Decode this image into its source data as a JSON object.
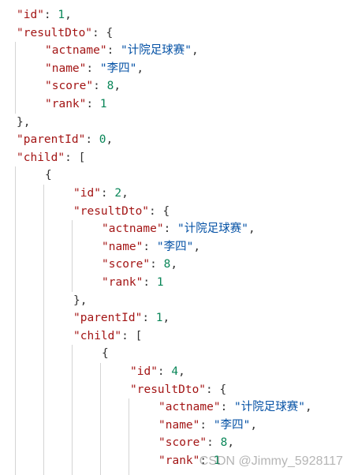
{
  "json_lines": [
    {
      "indent": 0,
      "parts": [
        [
          "key",
          "\"id\""
        ],
        [
          "punc",
          ": "
        ],
        [
          "num",
          "1"
        ],
        [
          "punc",
          ","
        ]
      ]
    },
    {
      "indent": 0,
      "parts": [
        [
          "key",
          "\"resultDto\""
        ],
        [
          "punc",
          ": {"
        ]
      ]
    },
    {
      "indent": 1,
      "parts": [
        [
          "key",
          "\"actname\""
        ],
        [
          "punc",
          ": "
        ],
        [
          "str",
          "\"计院足球赛\""
        ],
        [
          "punc",
          ","
        ]
      ]
    },
    {
      "indent": 1,
      "parts": [
        [
          "key",
          "\"name\""
        ],
        [
          "punc",
          ": "
        ],
        [
          "str",
          "\"李四\""
        ],
        [
          "punc",
          ","
        ]
      ]
    },
    {
      "indent": 1,
      "parts": [
        [
          "key",
          "\"score\""
        ],
        [
          "punc",
          ": "
        ],
        [
          "num",
          "8"
        ],
        [
          "punc",
          ","
        ]
      ]
    },
    {
      "indent": 1,
      "parts": [
        [
          "key",
          "\"rank\""
        ],
        [
          "punc",
          ": "
        ],
        [
          "num",
          "1"
        ]
      ]
    },
    {
      "indent": 0,
      "parts": [
        [
          "punc",
          "},"
        ]
      ]
    },
    {
      "indent": 0,
      "parts": [
        [
          "key",
          "\"parentId\""
        ],
        [
          "punc",
          ": "
        ],
        [
          "num",
          "0"
        ],
        [
          "punc",
          ","
        ]
      ]
    },
    {
      "indent": 0,
      "parts": [
        [
          "key",
          "\"child\""
        ],
        [
          "punc",
          ": ["
        ]
      ]
    },
    {
      "indent": 1,
      "parts": [
        [
          "punc",
          "{"
        ]
      ]
    },
    {
      "indent": 2,
      "parts": [
        [
          "key",
          "\"id\""
        ],
        [
          "punc",
          ": "
        ],
        [
          "num",
          "2"
        ],
        [
          "punc",
          ","
        ]
      ]
    },
    {
      "indent": 2,
      "parts": [
        [
          "key",
          "\"resultDto\""
        ],
        [
          "punc",
          ": {"
        ]
      ]
    },
    {
      "indent": 3,
      "parts": [
        [
          "key",
          "\"actname\""
        ],
        [
          "punc",
          ": "
        ],
        [
          "str",
          "\"计院足球赛\""
        ],
        [
          "punc",
          ","
        ]
      ]
    },
    {
      "indent": 3,
      "parts": [
        [
          "key",
          "\"name\""
        ],
        [
          "punc",
          ": "
        ],
        [
          "str",
          "\"李四\""
        ],
        [
          "punc",
          ","
        ]
      ]
    },
    {
      "indent": 3,
      "parts": [
        [
          "key",
          "\"score\""
        ],
        [
          "punc",
          ": "
        ],
        [
          "num",
          "8"
        ],
        [
          "punc",
          ","
        ]
      ]
    },
    {
      "indent": 3,
      "parts": [
        [
          "key",
          "\"rank\""
        ],
        [
          "punc",
          ": "
        ],
        [
          "num",
          "1"
        ]
      ]
    },
    {
      "indent": 2,
      "parts": [
        [
          "punc",
          "},"
        ]
      ]
    },
    {
      "indent": 2,
      "parts": [
        [
          "key",
          "\"parentId\""
        ],
        [
          "punc",
          ": "
        ],
        [
          "num",
          "1"
        ],
        [
          "punc",
          ","
        ]
      ]
    },
    {
      "indent": 2,
      "parts": [
        [
          "key",
          "\"child\""
        ],
        [
          "punc",
          ": ["
        ]
      ]
    },
    {
      "indent": 3,
      "parts": [
        [
          "punc",
          "{"
        ]
      ]
    },
    {
      "indent": 4,
      "parts": [
        [
          "key",
          "\"id\""
        ],
        [
          "punc",
          ": "
        ],
        [
          "num",
          "4"
        ],
        [
          "punc",
          ","
        ]
      ]
    },
    {
      "indent": 4,
      "parts": [
        [
          "key",
          "\"resultDto\""
        ],
        [
          "punc",
          ": {"
        ]
      ]
    },
    {
      "indent": 5,
      "parts": [
        [
          "key",
          "\"actname\""
        ],
        [
          "punc",
          ": "
        ],
        [
          "str",
          "\"计院足球赛\""
        ],
        [
          "punc",
          ","
        ]
      ]
    },
    {
      "indent": 5,
      "parts": [
        [
          "key",
          "\"name\""
        ],
        [
          "punc",
          ": "
        ],
        [
          "str",
          "\"李四\""
        ],
        [
          "punc",
          ","
        ]
      ]
    },
    {
      "indent": 5,
      "parts": [
        [
          "key",
          "\"score\""
        ],
        [
          "punc",
          ": "
        ],
        [
          "num",
          "8"
        ],
        [
          "punc",
          ","
        ]
      ]
    },
    {
      "indent": 5,
      "parts": [
        [
          "key",
          "\"rank\""
        ],
        [
          "punc",
          ": "
        ],
        [
          "num",
          "1"
        ]
      ]
    }
  ],
  "watermark": "CSDN @Jimmy_5928117",
  "colors": {
    "key": "#a31515",
    "string": "#0451a5",
    "number": "#098658",
    "punctuation": "#333333",
    "guide": "#d4d4d4"
  }
}
